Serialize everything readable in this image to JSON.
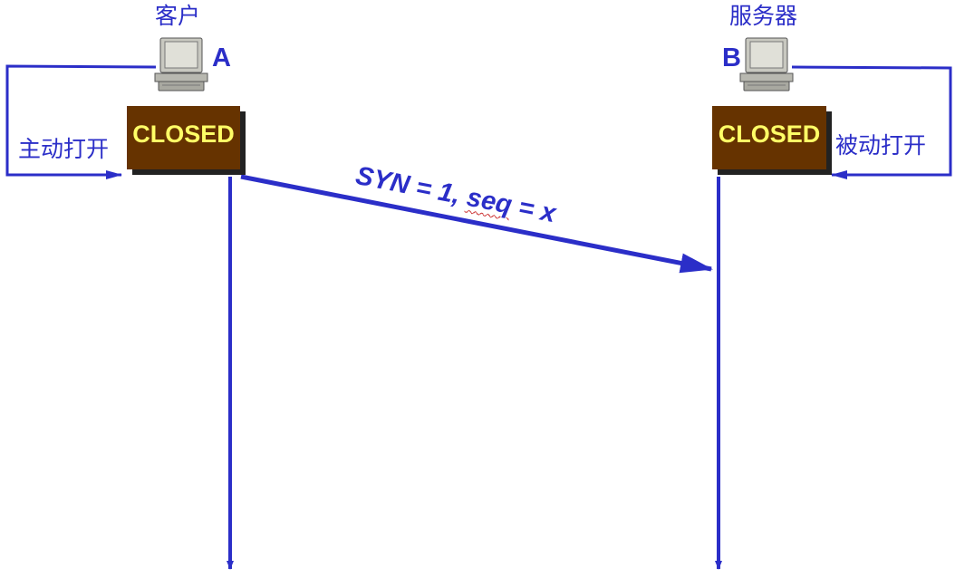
{
  "client": {
    "name": "客户",
    "letter": "A",
    "state": "CLOSED",
    "open_label": "主动打开"
  },
  "server": {
    "name": "服务器",
    "letter": "B",
    "state": "CLOSED",
    "open_label": "被动打开"
  },
  "segment": {
    "text_prefix": "SYN = 1, ",
    "text_seq": "seq",
    "text_suffix": " = x"
  },
  "colors": {
    "line": "#2b2ec8",
    "box": "#663300",
    "box_text": "#ffff66",
    "box_shadow": "#222222"
  },
  "icons": {
    "client": "desktop-computer-icon",
    "server": "desktop-computer-icon"
  }
}
